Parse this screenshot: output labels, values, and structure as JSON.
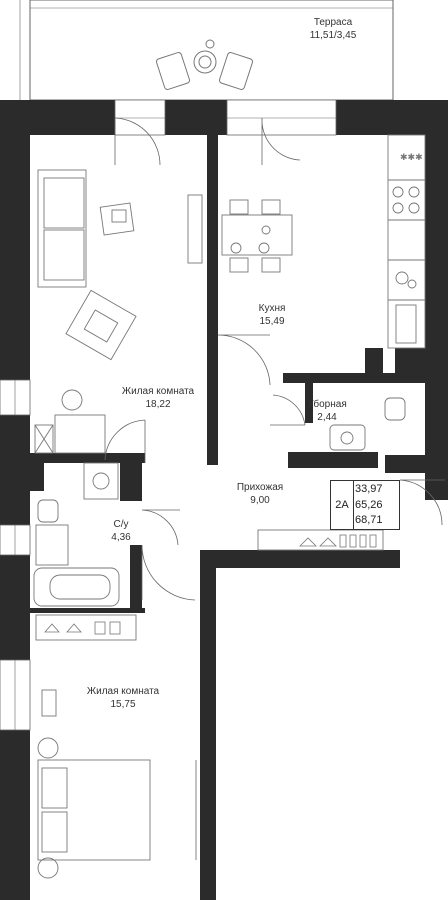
{
  "rooms": {
    "terrace": {
      "name": "Терраса",
      "area": "11,51/3,45"
    },
    "kitchen": {
      "name": "Кухня",
      "area": "15,49"
    },
    "living1": {
      "name": "Жилая комната",
      "area": "18,22"
    },
    "toilet": {
      "name": "Уборная",
      "area": "2,44"
    },
    "hallway": {
      "name": "Прихожая",
      "area": "9,00"
    },
    "bathroom": {
      "name": "С/у",
      "area": "4,36"
    },
    "living2": {
      "name": "Жилая комната",
      "area": "15,75"
    }
  },
  "apartment": {
    "type": "2А",
    "living_area": "33,97",
    "total_area": "65,26",
    "area_with_terrace": "68,71"
  },
  "colors": {
    "wall": "#2b2b2b",
    "line": "#555555",
    "furniture": "#8a8a8a"
  }
}
